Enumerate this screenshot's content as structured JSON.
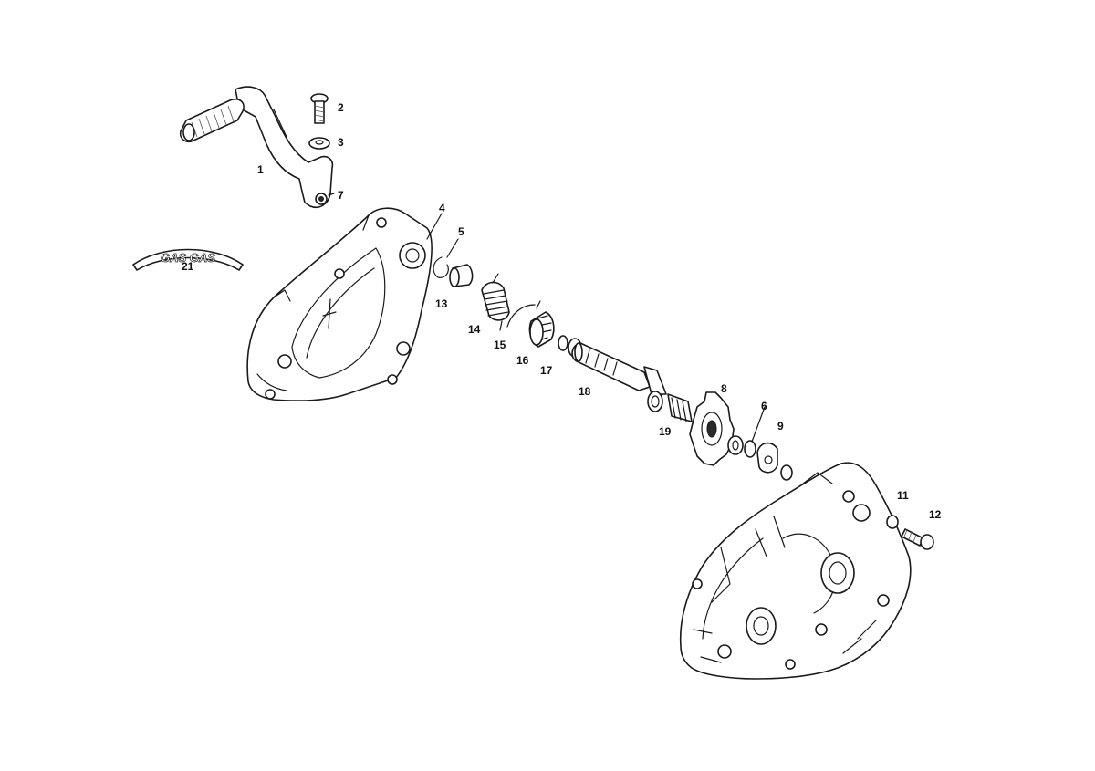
{
  "callouts": {
    "c1": "1",
    "c2": "2",
    "c3": "3",
    "c4": "4",
    "c5": "5",
    "c6": "6",
    "c7": "7",
    "c8": "8",
    "c9": "9",
    "c11": "11",
    "c12": "12",
    "c13": "13",
    "c14": "14",
    "c15": "15",
    "c16": "16",
    "c17": "17",
    "c18": "18",
    "c19": "19",
    "c21": "21"
  },
  "decal_logo_text": "GAS GAS",
  "colors": {
    "line": "#1a1a1a",
    "background": "#ffffff"
  }
}
